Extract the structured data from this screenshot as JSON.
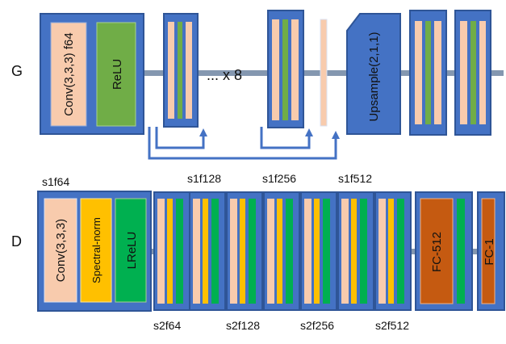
{
  "generator": {
    "row_label": "G",
    "conv_label": "Conv(3,3,3) f64",
    "relu_label": "ReLU",
    "repeat_label": "... x 8",
    "upsample_label": "Upsample(2,1,1)"
  },
  "discriminator": {
    "row_label": "D",
    "first_block_label": "s1f64",
    "conv_label": "Conv(3,3,3)",
    "spectral_label": "Spectral-norm",
    "lrelu_label": "LReLU",
    "top_labels": [
      "s1f128",
      "s1f256",
      "s1f512"
    ],
    "bottom_labels": [
      "s2f64",
      "s2f128",
      "s2f256",
      "s2f512"
    ],
    "fc512_label": "FC-512",
    "fc1_label": "FC-1"
  },
  "colors": {
    "block_blue": "#4472c4",
    "block_border": "#2f5597",
    "peach": "#f8cbad",
    "green": "#70ad47",
    "bright_green": "#00b050",
    "yellow": "#ffc000",
    "orange": "#c55a11",
    "connector_gray": "#8497b0"
  }
}
